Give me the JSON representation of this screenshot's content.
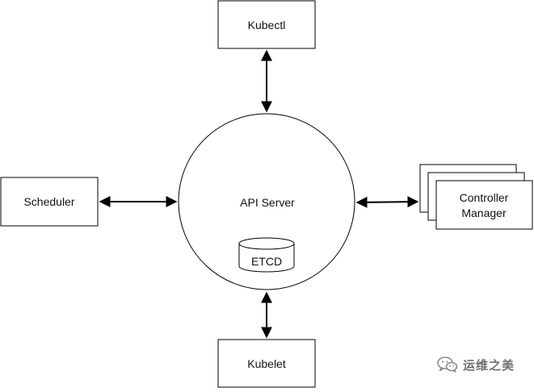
{
  "nodes": {
    "kubectl": "Kubectl",
    "scheduler": "Scheduler",
    "api_server": "API Server",
    "etcd": "ETCD",
    "controller_manager": [
      "Controller",
      "Manager"
    ],
    "kubelet": "Kubelet"
  },
  "watermark": {
    "icon": "wechat-icon",
    "text": "运维之美"
  },
  "colors": {
    "stroke": "#000000",
    "background": "#ffffff",
    "watermark": "#7a7a7a"
  }
}
